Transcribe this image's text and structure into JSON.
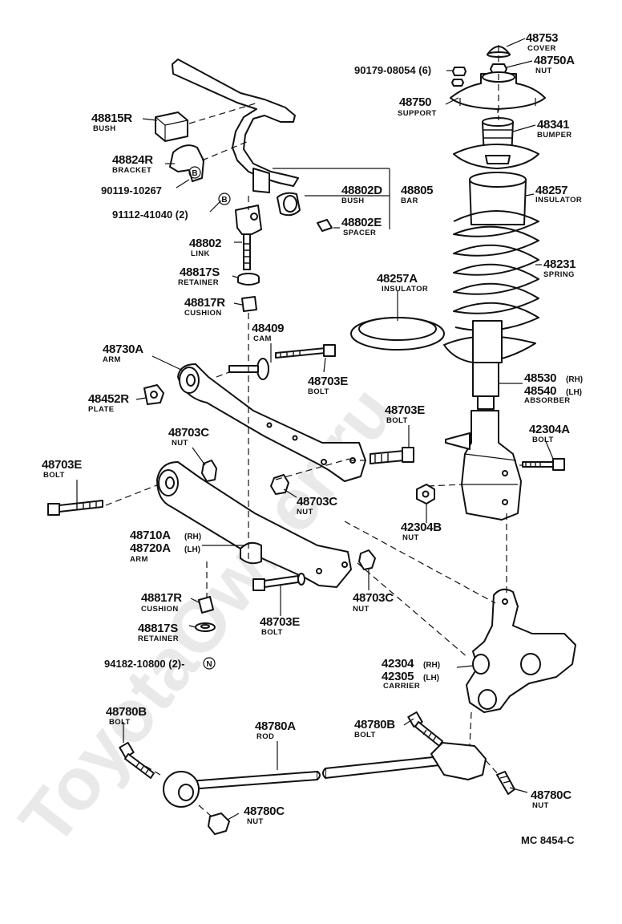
{
  "watermark": "ToyotaOwner.ru",
  "diagram_code": "MC 8454-C",
  "parts": [
    {
      "num": "48753",
      "desc": "COVER"
    },
    {
      "num": "48750A",
      "desc": "NUT"
    },
    {
      "num": "90179-08054 (6)"
    },
    {
      "num": "48750",
      "desc": "SUPPORT"
    },
    {
      "num": "48341",
      "desc": "BUMPER"
    },
    {
      "num": "48257",
      "desc": "INSULATOR"
    },
    {
      "num": "48231",
      "desc": "SPRING"
    },
    {
      "num": "48257A",
      "desc": "INSULATOR"
    },
    {
      "num": "48530",
      "num2": "48540",
      "sfx": "(RH)",
      "sfx2": "(LH)",
      "desc": "ABSORBER"
    },
    {
      "num": "42304A",
      "desc": "BOLT"
    },
    {
      "num": "42304B",
      "desc": "NUT"
    },
    {
      "num": "48815R",
      "desc": "BUSH"
    },
    {
      "num": "48824R",
      "desc": "BRACKET"
    },
    {
      "num": "90119-10267"
    },
    {
      "num": "91112-41040 (2)"
    },
    {
      "num": "48802D",
      "desc": "BUSH"
    },
    {
      "num": "48805",
      "desc": "BAR"
    },
    {
      "num": "48802E",
      "desc": "SPACER"
    },
    {
      "num": "48802",
      "desc": "LINK"
    },
    {
      "num": "48817S",
      "desc": "RETAINER"
    },
    {
      "num": "48817R",
      "desc": "CUSHION"
    },
    {
      "num": "48409",
      "desc": "CAM"
    },
    {
      "num": "48730A",
      "desc": "ARM"
    },
    {
      "num": "48703E",
      "desc": "BOLT"
    },
    {
      "num": "48452R",
      "desc": "PLATE"
    },
    {
      "num": "48703E",
      "desc": "BOLT"
    },
    {
      "num": "48703C",
      "desc": "NUT"
    },
    {
      "num": "48703E",
      "desc": "BOLT"
    },
    {
      "num": "48703C",
      "desc": "NUT"
    },
    {
      "num": "48710A",
      "num2": "48720A",
      "sfx": "(RH)",
      "sfx2": "(LH)",
      "desc": "ARM"
    },
    {
      "num": "48817R",
      "desc": "CUSHION"
    },
    {
      "num": "48703E",
      "desc": "BOLT"
    },
    {
      "num": "48703C",
      "desc": "NUT"
    },
    {
      "num": "48817S",
      "desc": "RETAINER"
    },
    {
      "num": "94182-10800 (2)-"
    },
    {
      "num": "42304",
      "num2": "42305",
      "sfx": "(RH)",
      "sfx2": "(LH)",
      "desc": "CARRIER"
    },
    {
      "num": "48780B",
      "desc": "BOLT"
    },
    {
      "num": "48780A",
      "desc": "ROD"
    },
    {
      "num": "48780B",
      "desc": "BOLT"
    },
    {
      "num": "48780C",
      "desc": "NUT"
    },
    {
      "num": "48780C",
      "desc": "NUT"
    }
  ],
  "markers": [
    "B",
    "B",
    "N"
  ]
}
